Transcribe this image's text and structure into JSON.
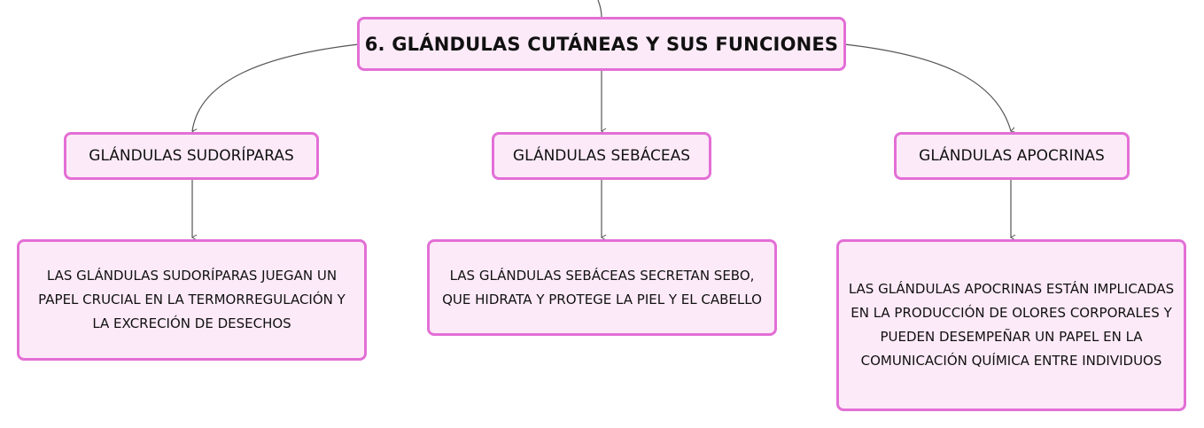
{
  "root": {
    "label": "6. GLÁNDULAS CUTÁNEAS Y SUS FUNCIONES"
  },
  "branches": [
    {
      "label": "GLÁNDULAS SUDORÍPARAS",
      "detail": "LAS GLÁNDULAS SUDORÍPARAS JUEGAN UN PAPEL CRUCIAL EN LA TERMORREGULACIÓN Y LA EXCRECIÓN DE DESECHOS"
    },
    {
      "label": "GLÁNDULAS SEBÁCEAS",
      "detail": "LAS GLÁNDULAS SEBÁCEAS SECRETAN SEBO, QUE HIDRATA Y PROTEGE LA PIEL Y EL CABELLO"
    },
    {
      "label": "GLÁNDULAS APOCRINAS",
      "detail": "LAS GLÁNDULAS APOCRINAS ESTÁN IMPLICADAS EN LA PRODUCCIÓN DE OLORES CORPORALES Y PUEDEN DESEMPEÑAR UN PAPEL EN LA COMUNICACIÓN QUÍMICA ENTRE INDIVIDUOS"
    }
  ],
  "colors": {
    "node_fill": "#fdeaf8",
    "node_border": "#e36fd6",
    "connector": "#555555"
  }
}
